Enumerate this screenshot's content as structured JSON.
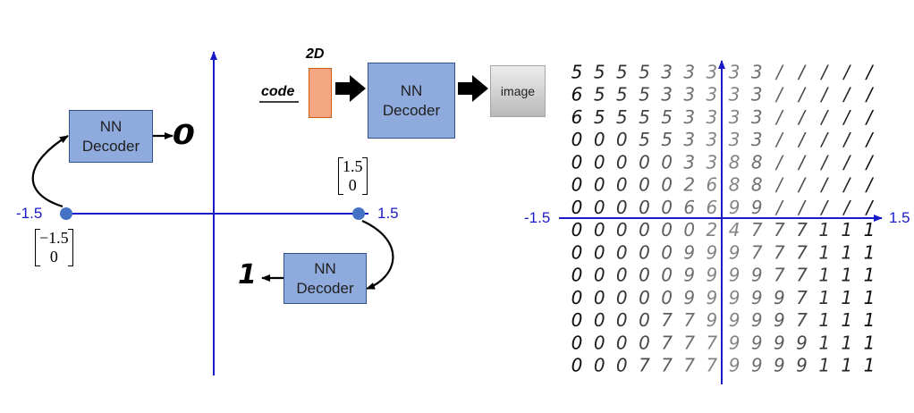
{
  "diagram": {
    "decoder_label_line1": "NN",
    "decoder_label_line2": "Decoder",
    "top_pipeline": {
      "code_label": "code",
      "dim_label": "2D",
      "output_label": "image"
    },
    "left_axis": {
      "min_label": "-1.5",
      "max_label": "1.5",
      "point_left_vector": [
        "−1.5",
        "0"
      ],
      "point_right_vector": [
        "1.5",
        "0"
      ],
      "output_left_digit": "0",
      "output_right_digit": "1"
    },
    "latent_grid": {
      "min_label": "-1.5",
      "max_label": "1.5",
      "rows": [
        "555533333/////",
        "655533333/////",
        "655553333/////",
        "000553333/////",
        "000003388/////",
        "000002688/////",
        "000006699/////",
        "00000024777111",
        "00000999777111",
        "00000999977111",
        "00000999997111",
        "00007799997111",
        "00007779999111",
        "00077779999111"
      ]
    },
    "colors": {
      "axis": "#1a1ac8",
      "point": "#4472c4",
      "decoder_fill": "#8faadc",
      "code_fill": "#f4a582"
    }
  }
}
